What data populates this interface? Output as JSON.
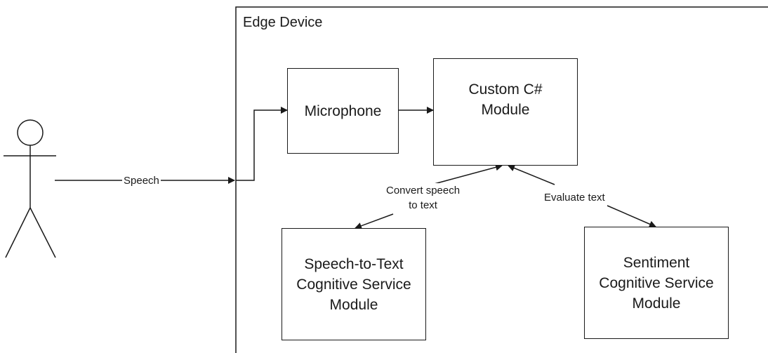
{
  "boundary": {
    "title": "Edge Device"
  },
  "actor": {
    "name": "user-actor"
  },
  "nodes": {
    "microphone": "Microphone",
    "custom_module": "Custom C#\nModule",
    "speech_to_text": "Speech-to-Text\nCognitive Service\nModule",
    "sentiment": "Sentiment\nCognitive Service\nModule"
  },
  "edges": {
    "speech": "Speech",
    "convert": "Convert speech\nto text",
    "evaluate": "Evaluate text"
  },
  "colors": {
    "stroke": "#1a1a1a",
    "background": "#ffffff"
  }
}
